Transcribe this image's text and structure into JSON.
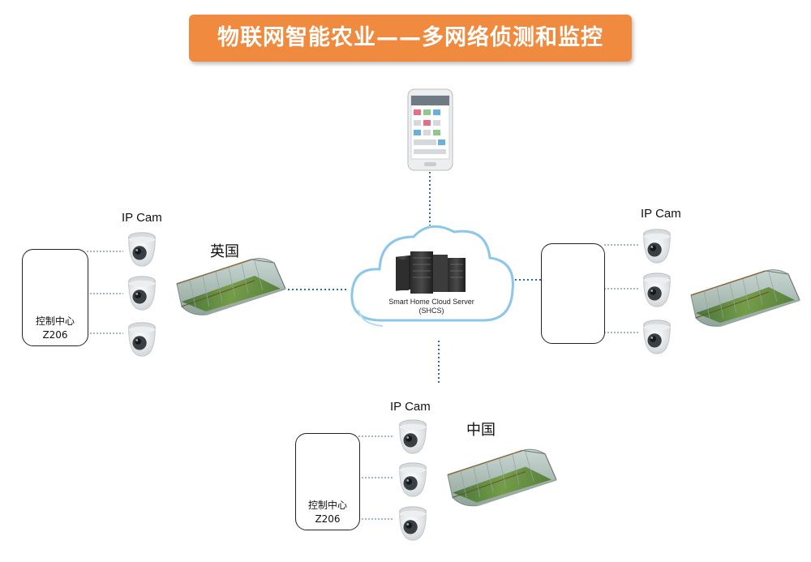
{
  "title": "物联网智能农业——多网络侦测和监控",
  "cloud": {
    "line1": "Smart Home Cloud Server",
    "line2": "(SHCS)"
  },
  "sites": [
    {
      "id": "uk",
      "country": "英国",
      "cam_label": "IP Cam",
      "control": {
        "line1": "控制中心",
        "line2": "Z206"
      },
      "camera_count": 3
    },
    {
      "id": "right",
      "country": "",
      "cam_label": "IP Cam",
      "control": null,
      "camera_count": 3
    },
    {
      "id": "china",
      "country": "中国",
      "cam_label": "IP Cam",
      "control": {
        "line1": "控制中心",
        "line2": "Z206"
      },
      "camera_count": 3
    }
  ],
  "icons": {
    "phone": "smartphone-icon",
    "cloud": "cloud-server-icon",
    "camera": "dome-camera-icon",
    "hub": "control-hub-icon",
    "greenhouse": "greenhouse-icon"
  },
  "colors": {
    "banner": "#f08a3e",
    "link": "#2f6aa6",
    "cloud_stroke": "#8cc6ea"
  }
}
